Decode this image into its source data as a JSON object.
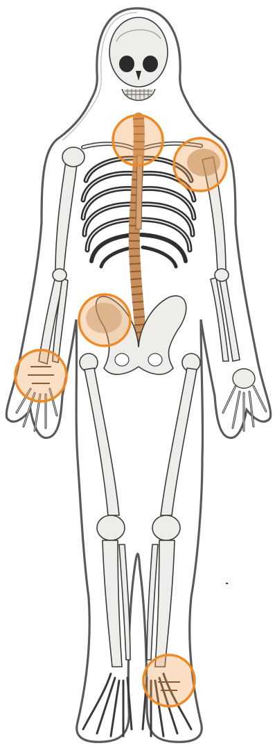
{
  "figure": {
    "subject": "human-skeleton-front-view",
    "highlight_stroke": "#ee8a26",
    "highlight_fill": "#f0a35a",
    "highlight_fill_opacity": 0.35,
    "spine_color": "#c98f5a",
    "bone_fill": "#efedea",
    "bone_stroke": "#3a3a3a",
    "outline_stroke": "#5a5a5a"
  },
  "highlights": [
    {
      "id": "neck",
      "region": "cervical-spine"
    },
    {
      "id": "left-shoulder",
      "region": "shoulder"
    },
    {
      "id": "hip",
      "region": "hip"
    },
    {
      "id": "wrist",
      "region": "wrist-hand"
    },
    {
      "id": "ankle",
      "region": "ankle-foot"
    }
  ]
}
